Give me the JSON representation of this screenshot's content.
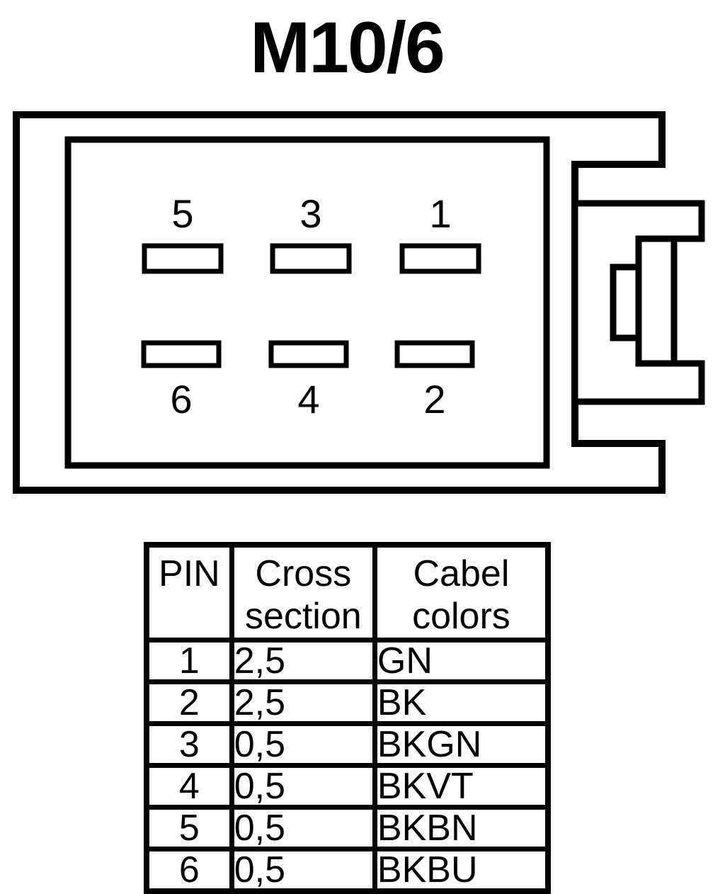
{
  "title": "M10/6",
  "colors": {
    "ink": "#000000",
    "paper": "#ffffff"
  },
  "connector": {
    "pins": [
      {
        "label": "5"
      },
      {
        "label": "3"
      },
      {
        "label": "1"
      },
      {
        "label": "6"
      },
      {
        "label": "4"
      },
      {
        "label": "2"
      }
    ]
  },
  "table": {
    "headers": {
      "pin": "PIN",
      "cross_section": "Cross\nsection",
      "cable_colors": "Cabel\ncolors"
    },
    "rows": [
      {
        "pin": "1",
        "cross_section": "2,5",
        "cable_color": "GN"
      },
      {
        "pin": "2",
        "cross_section": "2,5",
        "cable_color": "BK"
      },
      {
        "pin": "3",
        "cross_section": "0,5",
        "cable_color": "BKGN"
      },
      {
        "pin": "4",
        "cross_section": "0,5",
        "cable_color": "BKVT"
      },
      {
        "pin": "5",
        "cross_section": "0,5",
        "cable_color": "BKBN"
      },
      {
        "pin": "6",
        "cross_section": "0,5",
        "cable_color": "BKBU"
      }
    ]
  }
}
